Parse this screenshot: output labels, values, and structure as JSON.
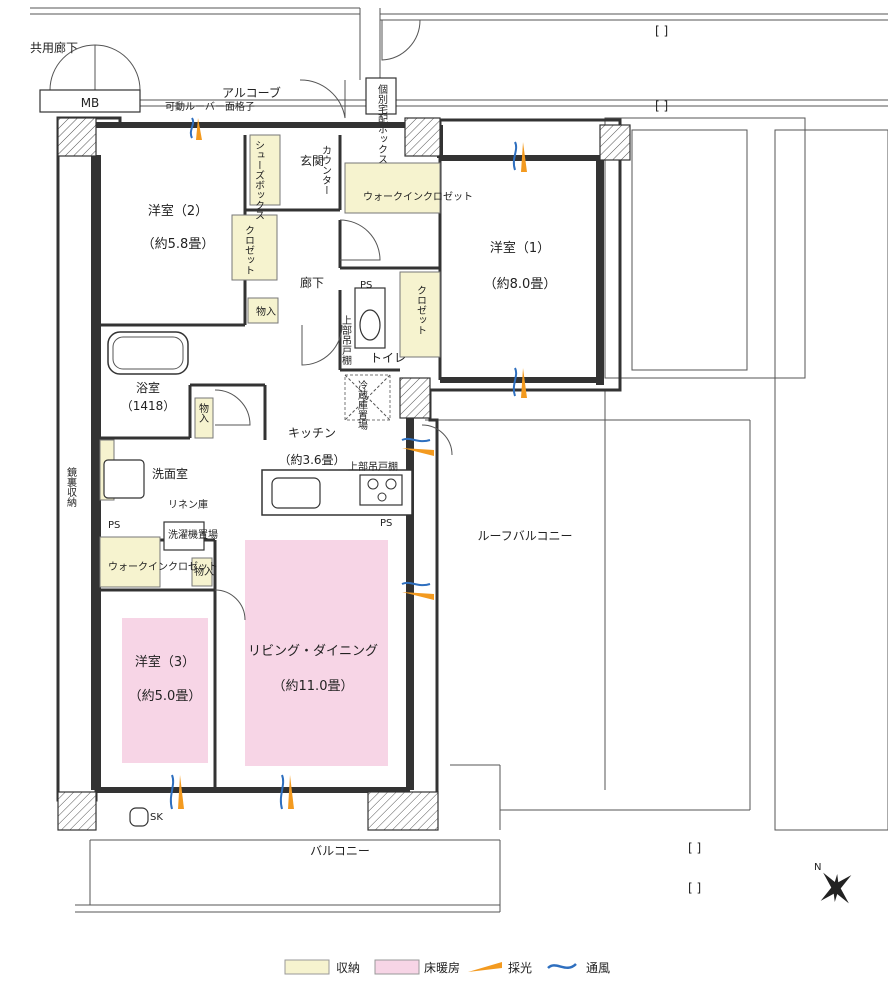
{
  "labels": {
    "shared_corridor": "共用廊下",
    "mb": "MB",
    "alcove": "アルコーブ",
    "louver": "可動ルーバー面格子",
    "delivery_box": "個別宅配ボックス",
    "shoe_box": "シューズボックス",
    "entrance": "玄関",
    "counter": "カウンター",
    "room2": "洋室（2）",
    "room2_area": "（約5.8畳）",
    "closet": "クロゼット",
    "walkin_closet": "ウォークインクロゼット",
    "room1": "洋室（1）",
    "room1_area": "（約8.0畳）",
    "hallway": "廊下",
    "ps": "PS",
    "storage_in": "物入",
    "upper_cabinet": "上部吊戸棚",
    "toilet": "トイレ",
    "bath": "浴室",
    "bath_size": "（1418）",
    "fridge": "冷蔵庫置場",
    "kitchen": "キッチン",
    "kitchen_area": "（約3.6畳）",
    "washroom": "洗面室",
    "mirror_storage": "鏡裏収納",
    "linen": "リネン庫",
    "washer": "洗濯機置場",
    "room3": "洋室（3）",
    "room3_area": "（約5.0畳）",
    "living": "リビング・ダイニング",
    "living_area": "（約11.0畳）",
    "roof_balcony": "ルーフバルコニー",
    "sk": "SK",
    "balcony": "バルコニー",
    "north": "N"
  },
  "legend": [
    {
      "name": "storage",
      "label": "収納",
      "color": "#f6f3cf"
    },
    {
      "name": "floor-heating",
      "label": "床暖房",
      "color": "#f7d5e6"
    },
    {
      "name": "daylight",
      "label": "採光",
      "color": "#f39a1f"
    },
    {
      "name": "ventilation",
      "label": "通風",
      "color": "#2e6fbf"
    }
  ],
  "colors": {
    "light": "#f39a1f",
    "wind": "#2e6fbf",
    "storage": "#f6f3cf",
    "heating": "#f7d5e6",
    "wall": "#333333"
  }
}
